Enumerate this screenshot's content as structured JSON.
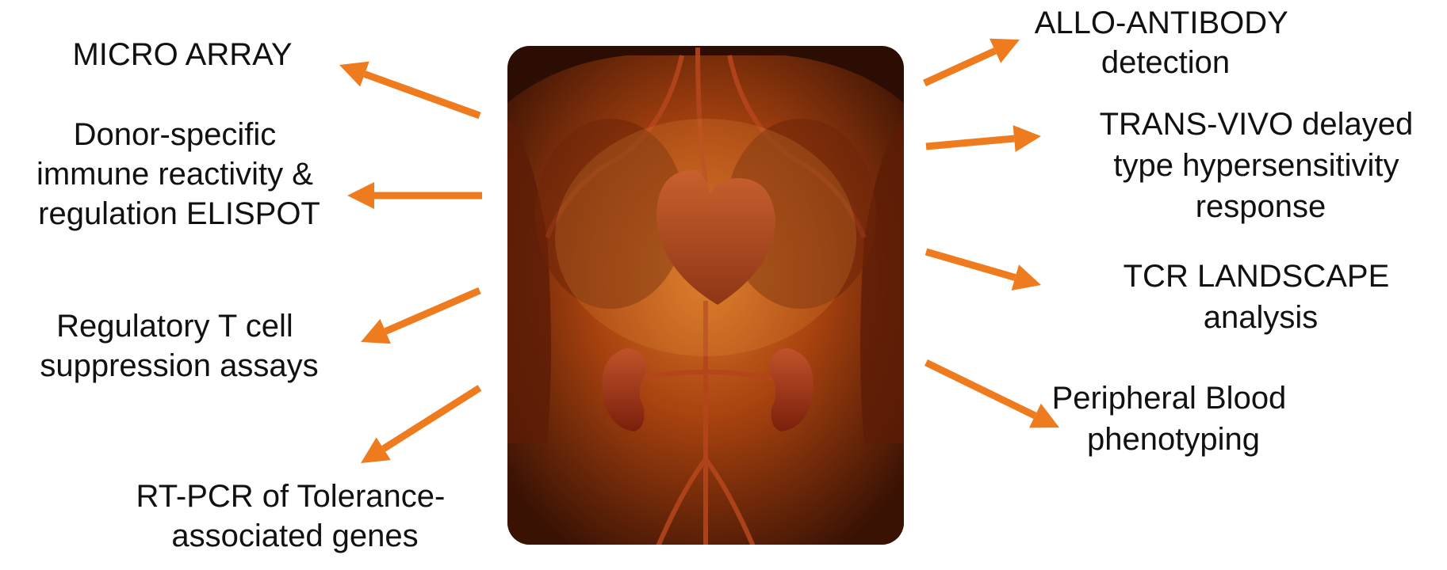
{
  "colors": {
    "arrow": "#ef7b1f",
    "text": "#111111",
    "image_shadow": "#2a0c02",
    "image_mid": "#8a2f0a",
    "image_glow": "#e8902e"
  },
  "center_image": {
    "description_icon": "human-anatomy-illustration"
  },
  "labels": {
    "micro_array": "MICRO ARRAY",
    "donor_specific": [
      "Donor-specific",
      "immune reactivity &",
      "regulation ELISPOT"
    ],
    "regulatory_t": [
      "Regulatory T cell",
      "suppression assays"
    ],
    "rt_pcr": [
      "RT-PCR of Tolerance-",
      "associated genes"
    ],
    "allo_antibody": [
      "ALLO-ANTIBODY",
      "detection"
    ],
    "trans_vivo": [
      "TRANS-VIVO delayed",
      "type hypersensitivity",
      "response"
    ],
    "tcr_landscape": [
      "TCR LANDSCAPE",
      "analysis"
    ],
    "peripheral_blood": [
      "Peripheral Blood",
      "phenotyping"
    ]
  }
}
